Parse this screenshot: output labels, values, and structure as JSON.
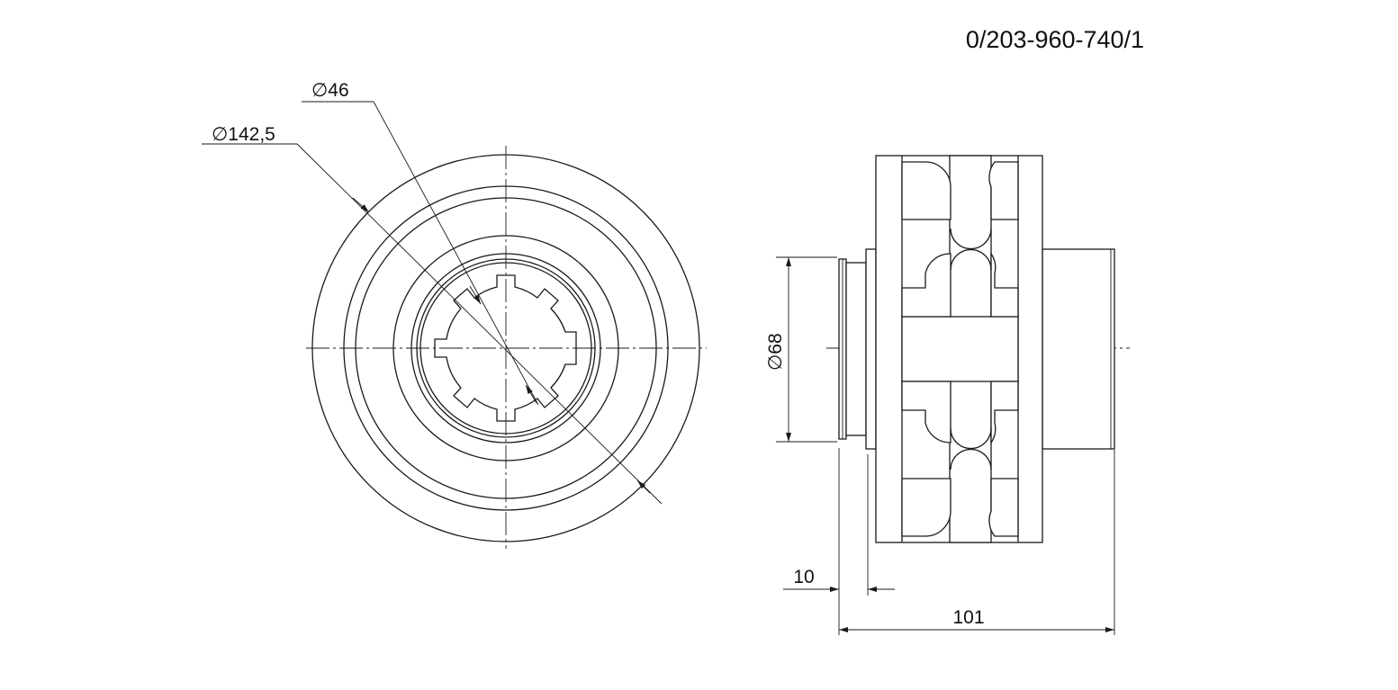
{
  "part_number": "0/203-960-740/1",
  "dimensions": {
    "diameter_outer": "142,5",
    "diameter_bore": "46",
    "diameter_hub": "68",
    "offset_width": "10",
    "overall_length": "101"
  },
  "symbols": {
    "diameter": "∅"
  },
  "colors": {
    "line": "#1a1a1a",
    "background": "#ffffff"
  }
}
